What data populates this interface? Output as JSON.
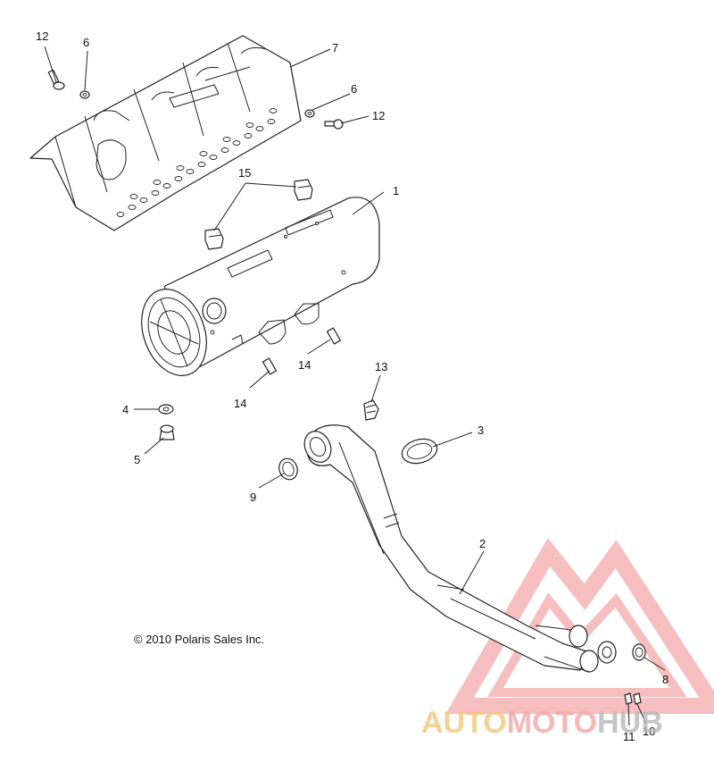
{
  "callouts": {
    "c1": "1",
    "c2": "2",
    "c3": "3",
    "c4": "4",
    "c5": "5",
    "c6a": "6",
    "c6b": "6",
    "c7": "7",
    "c8": "8",
    "c9": "9",
    "c10": "10",
    "c11": "11",
    "c12a": "12",
    "c12b": "12",
    "c13": "13",
    "c14a": "14",
    "c14b": "14",
    "c15": "15"
  },
  "copyright": "© 2010 Polaris Sales Inc.",
  "watermark": {
    "part1": "AUTO",
    "part2": "MOTO",
    "part3": "HUB",
    "colors": {
      "auto": "#f5c67a",
      "moto": "#f4a6a6",
      "hub": "#b8b8b8",
      "logo": "#f08a8a"
    }
  }
}
